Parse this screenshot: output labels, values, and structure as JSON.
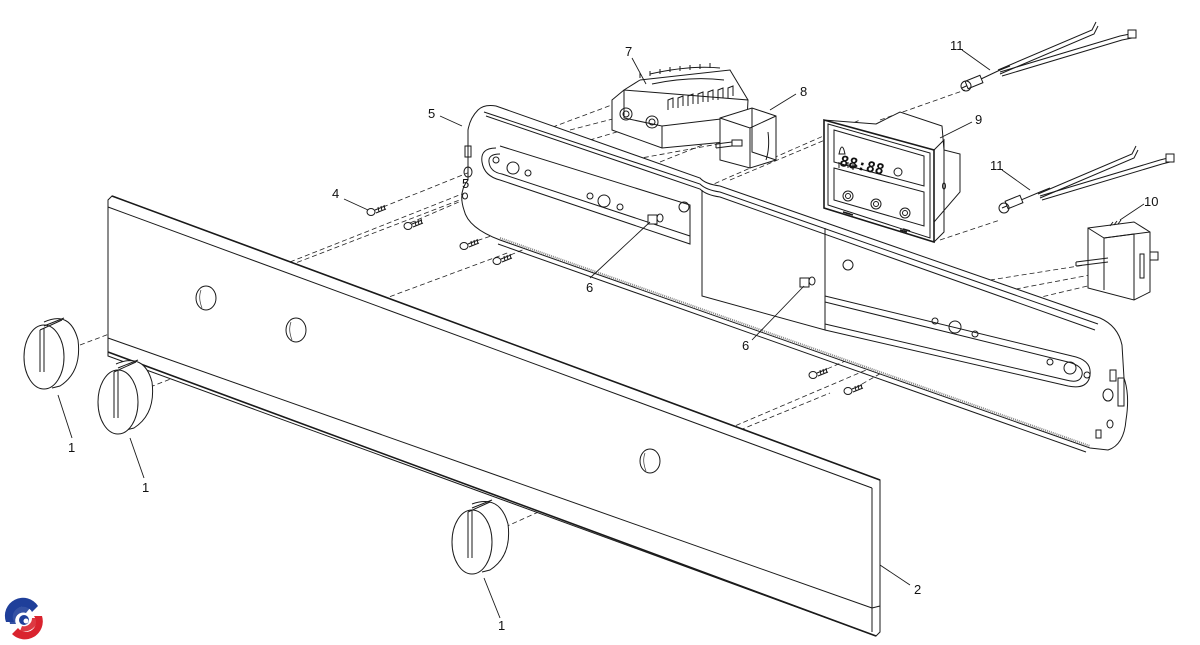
{
  "diagram": {
    "title": "Oven control panel exploded parts diagram",
    "parts": [
      {
        "ref": "1",
        "name": "control-knob",
        "count": 3
      },
      {
        "ref": "2",
        "name": "front-fascia-panel",
        "count": 1
      },
      {
        "ref": "4",
        "name": "screw",
        "count": 1
      },
      {
        "ref": "5",
        "name": "control-panel-bracket",
        "count": 1
      },
      {
        "ref": "6",
        "name": "clip-nut",
        "count": 2
      },
      {
        "ref": "7",
        "name": "selector-switch",
        "count": 1
      },
      {
        "ref": "8",
        "name": "energy-regulator",
        "count": 1
      },
      {
        "ref": "9",
        "name": "electronic-timer",
        "count": 1
      },
      {
        "ref": "10",
        "name": "thermostat-switch",
        "count": 1
      },
      {
        "ref": "11",
        "name": "indicator-lamp",
        "count": 2
      }
    ],
    "labels": {
      "knob_left": "1",
      "knob_mid": "1",
      "knob_right": "1",
      "panel": "2",
      "screw": "4",
      "bracket": "5",
      "bracket_inner": "5",
      "clip_left": "6",
      "clip_right": "6",
      "selector": "7",
      "regulator": "8",
      "timer": "9",
      "thermostat": "10",
      "lamp_top": "11",
      "lamp_bottom": "11"
    },
    "timer_display": "88:88",
    "logo": {
      "name": "brand-logo",
      "colors": {
        "primary": "#1f3f9a",
        "secondary": "#d9232e"
      }
    }
  }
}
